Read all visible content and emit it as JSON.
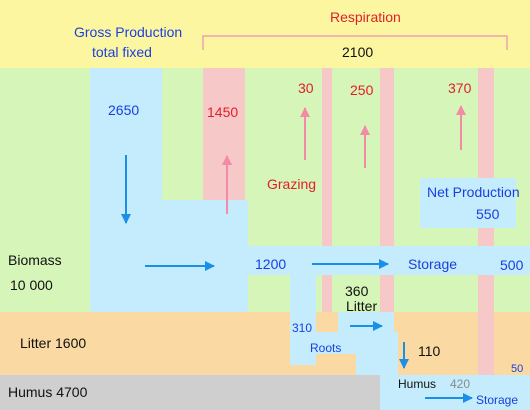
{
  "title": {
    "gross_line1": "Gross Production",
    "gross_line2": "total fixed",
    "respiration": "Respiration",
    "respiration_total": "2100"
  },
  "flows": {
    "gross_value": "2650",
    "resp_plant": "1450",
    "resp_grazing": "30",
    "resp_litter": "250",
    "resp_roots": "370",
    "grazing_label": "Grazing",
    "net_production_label": "Net Production",
    "net_production_value": "550",
    "biomass_flow": "1200",
    "storage_label": "Storage",
    "storage_value": "500",
    "litter_value": "360",
    "litter_label": "Litter",
    "roots_value": "310",
    "roots_label": "Roots",
    "humus_flow": "110",
    "humus_label": "Humus",
    "humus_value": "420",
    "humus_storage_label": "Storage",
    "fifty": "50"
  },
  "pools": {
    "biomass_label": "Biomass",
    "biomass_value": "10 000",
    "litter_pool": "Litter 1600",
    "humus_pool": "Humus 4700"
  },
  "colors": {
    "top_band": "#fdf6a0",
    "biomass_band": "#d6f5b8",
    "litter_band": "#fad9a2",
    "humus_band": "#cfcfcf",
    "flow_blue": "#c4ecfc",
    "flow_pink": "#f7c8c8",
    "text_blue": "#1a3fe0",
    "text_red": "#e0202a",
    "arrow_pink": "#f28aa8",
    "arrow_blue": "#1a8fe8"
  }
}
